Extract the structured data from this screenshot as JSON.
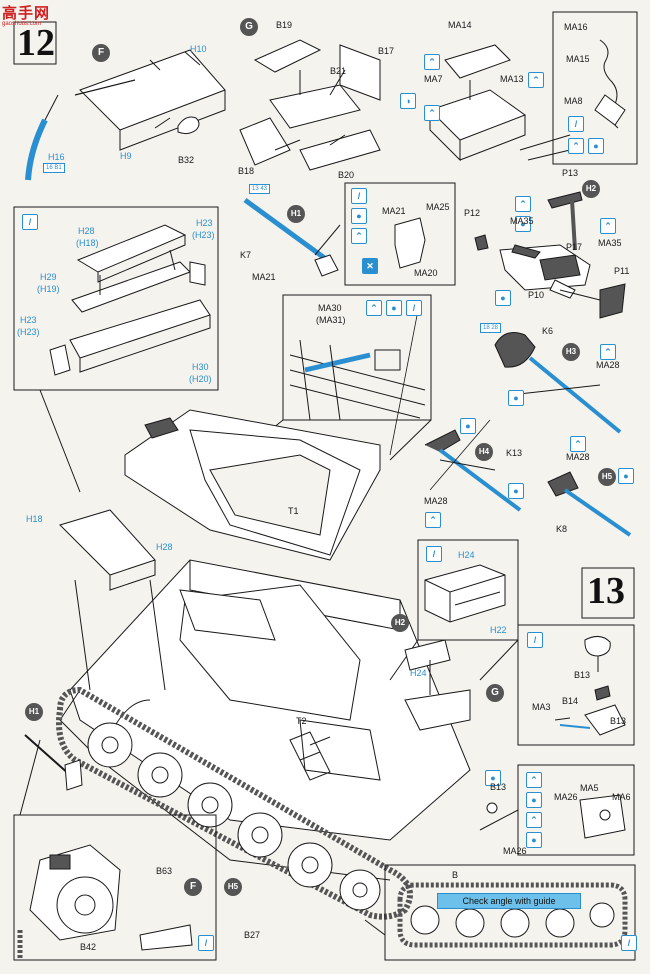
{
  "watermark": {
    "text": "高手网",
    "url": "gaoshous.com"
  },
  "steps": {
    "step12": "12",
    "step13": "13"
  },
  "circles": {
    "F1": "F",
    "G1": "G",
    "H1a": "H1",
    "H2a": "H2",
    "H3": "H3",
    "H4": "H4",
    "H5a": "H5",
    "G2": "G",
    "H2b": "H2",
    "H1b": "H1",
    "F2": "F",
    "H5b": "H5"
  },
  "parts": {
    "H10": "H10",
    "H9": "H9",
    "H16": "H16",
    "B32": "B32",
    "B19": "B19",
    "B17": "B17",
    "B21": "B21",
    "B18": "B18",
    "B20": "B20",
    "MA14": "MA14",
    "MA7": "MA7",
    "MA13": "MA13",
    "MA16": "MA16",
    "MA15": "MA15",
    "MA8": "MA8",
    "K7": "K7",
    "MA21a": "MA21",
    "MA21b": "MA21",
    "MA25": "MA25",
    "MA20": "MA20",
    "P13": "P13",
    "P12": "P12",
    "MA35a": "MA35",
    "MA35b": "MA35",
    "P17": "P17",
    "P10": "P10",
    "P11": "P11",
    "H28a": "H28",
    "H18a": "(H18)",
    "H23a": "H23",
    "H23b": "(H23)",
    "H29": "H29",
    "H19": "(H19)",
    "H23c": "H23",
    "H23d": "(H23)",
    "H30": "H30",
    "H20": "(H20)",
    "MA30": "MA30",
    "MA31": "(MA31)",
    "K6": "K6",
    "MA28a": "MA28",
    "K13": "K13",
    "MA28b": "MA28",
    "MA28c": "MA28",
    "K8": "K8",
    "T1": "T1",
    "H18b": "H18",
    "H28b": "H28",
    "H24a": "H24",
    "H22": "H22",
    "H24b": "H24",
    "B13a": "B13",
    "B14": "B14",
    "MA3": "MA3",
    "B13b": "B13",
    "B13c": "B13",
    "MA5": "MA5",
    "MA26a": "MA26",
    "MA6": "MA6",
    "MA26b": "MA26",
    "T2": "T2",
    "B63": "B63",
    "B42": "B42",
    "B27": "B27",
    "B": "B"
  },
  "badges": {
    "b1": "16 B1",
    "b2": "13 43",
    "b3": "18 28"
  },
  "guide_text": "Check angle with guide",
  "colors": {
    "accent": "#2a8fd0",
    "highlight": "#6cc0ea",
    "line": "#1a1a1a"
  }
}
